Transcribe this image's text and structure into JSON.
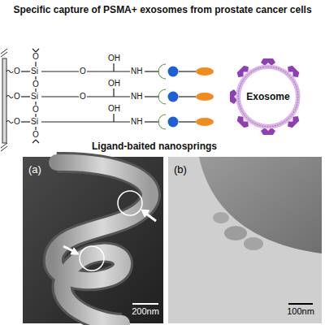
{
  "diagram": {
    "title": "Specific capture of PSMA+ exosomes from prostate cancer cells",
    "nodes": [
      {
        "text": [
          "Exosome"
        ]
      }
    ],
    "labels": [
      "O",
      "O",
      "O",
      "Si",
      "Si",
      "Si",
      "O",
      "O",
      "O",
      "O",
      "O",
      "O",
      "OH",
      "OH",
      "OH",
      "NH",
      "NH",
      "NH",
      "Ligand-baited nanosprings",
      "(a)",
      "200nm",
      "(b)",
      "100nm"
    ]
  }
}
